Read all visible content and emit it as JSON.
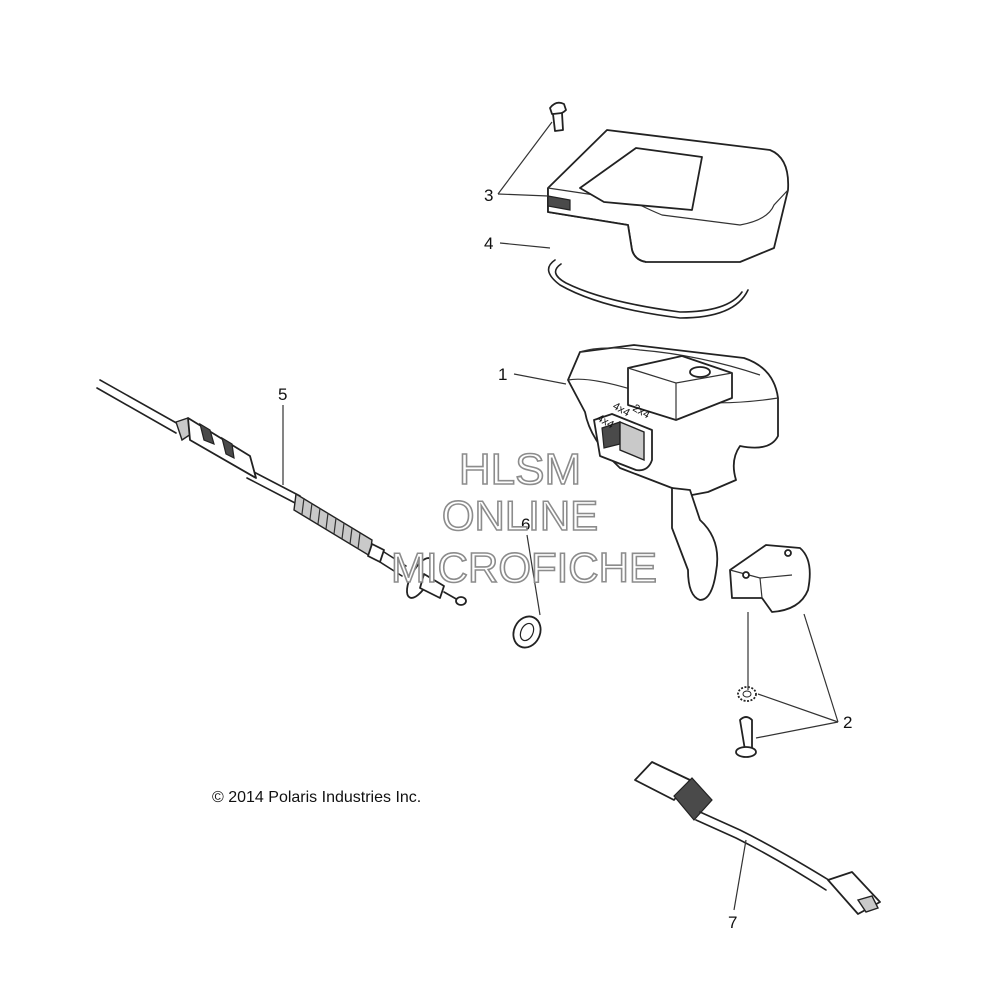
{
  "callouts": {
    "c1": "1",
    "c2": "2",
    "c3": "3",
    "c4": "4",
    "c5": "5",
    "c6": "6",
    "c7": "7"
  },
  "copyright": "© 2014 Polaris Industries Inc.",
  "watermark": {
    "line1": "HLSM",
    "line2": "ONLINE",
    "line3": "MICROFICHE"
  },
  "switch_labels": {
    "lock": "4x4",
    "awd": "4x4",
    "two_wd": "2x4"
  }
}
